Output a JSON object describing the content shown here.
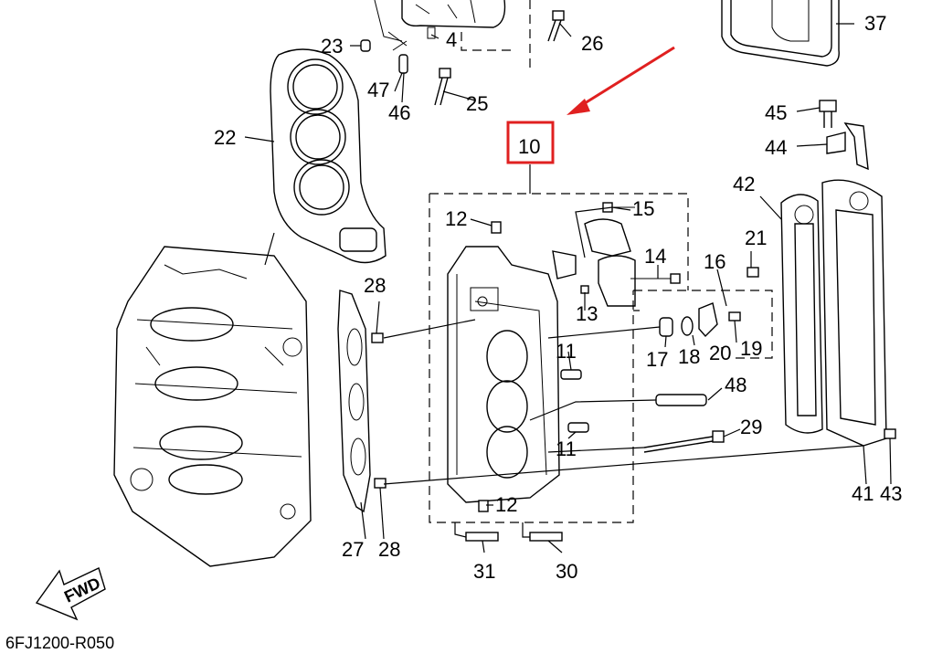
{
  "diagram_code": "6FJ1200-R050",
  "fwd_label": "FWD",
  "highlight_color": "#e02020",
  "callouts": {
    "c4": "4",
    "c10": "10",
    "c11a": "11",
    "c11b": "11",
    "c12a": "12",
    "c12b": "12",
    "c13": "13",
    "c14": "14",
    "c15": "15",
    "c16": "16",
    "c17": "17",
    "c18": "18",
    "c19": "19",
    "c20": "20",
    "c21": "21",
    "c22": "22",
    "c23": "23",
    "c25": "25",
    "c26": "26",
    "c27": "27",
    "c28a": "28",
    "c28b": "28",
    "c29": "29",
    "c30": "30",
    "c31": "31",
    "c37": "37",
    "c41": "41",
    "c42": "42",
    "c43": "43",
    "c44": "44",
    "c45": "45",
    "c46": "46",
    "c47": "47",
    "c48": "48"
  }
}
